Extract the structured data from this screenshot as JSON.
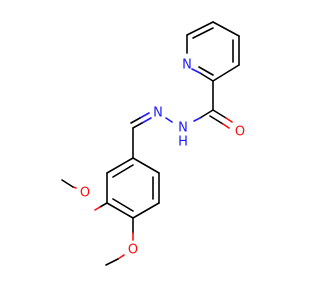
{
  "molecule": {
    "atoms": {
      "pyridine_n": "N",
      "carbonyl_o": "O",
      "hydrazide_nh": "N",
      "hydrazide_h": "H",
      "imine_n": "N",
      "methoxy_o_top": "O",
      "methoxy_o_bottom": "O"
    },
    "colors": {
      "nitrogen": "#1c1cff",
      "oxygen": "#ff0d0d",
      "carbon": "#000000"
    }
  }
}
